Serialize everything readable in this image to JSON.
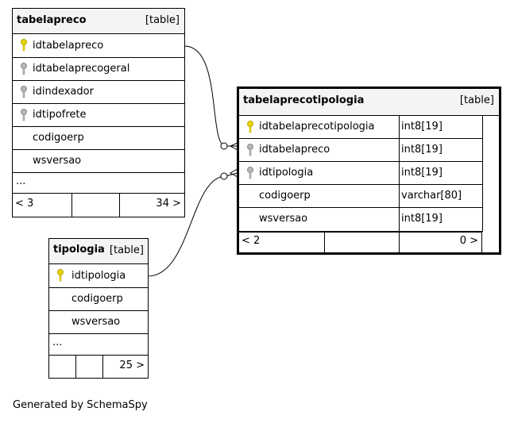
{
  "tables": {
    "tabelapreco": {
      "name": "tabelapreco",
      "type": "[table]",
      "columns": [
        "idtabelapreco",
        "idtabelaprecogeral",
        "idindexador",
        "idtipofrete",
        "codigoerp",
        "wsversao"
      ],
      "more": "...",
      "footer_left": "< 3",
      "footer_right": "34 >"
    },
    "tabelaprecotipologia": {
      "name": "tabelaprecotipologia",
      "type": "[table]",
      "columns": [
        {
          "name": "idtabelaprecotipologia",
          "type": "int8[19]"
        },
        {
          "name": "idtabelapreco",
          "type": "int8[19]"
        },
        {
          "name": "idtipologia",
          "type": "int8[19]"
        },
        {
          "name": "codigoerp",
          "type": "varchar[80]"
        },
        {
          "name": "wsversao",
          "type": "int8[19]"
        }
      ],
      "footer_left": "< 2",
      "footer_right": "0 >"
    },
    "tipologia": {
      "name": "tipologia",
      "type": "[table]",
      "columns": [
        "idtipologia",
        "codigoerp",
        "wsversao"
      ],
      "more": "...",
      "footer_right": "25 >"
    }
  },
  "icons": {
    "primary_key": "key-yellow",
    "foreign_key": "key-gray"
  },
  "colors": {
    "primary_key": "#e8d400",
    "foreign_key": "#a0a0a0",
    "header_bg": "#f4f4f4"
  },
  "footer_note": "Generated by SchemaSpy"
}
